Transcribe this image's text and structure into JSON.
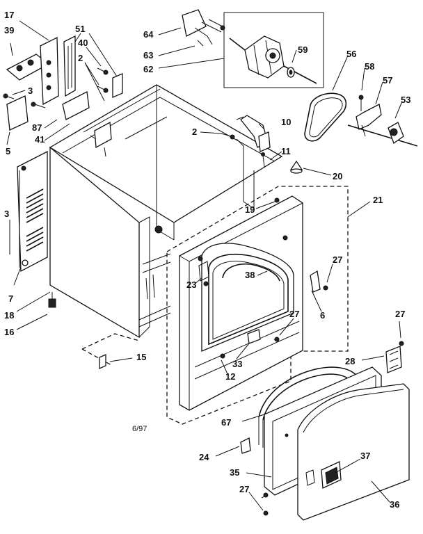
{
  "callouts": [
    "17",
    "39",
    "51",
    "40",
    "2",
    "3",
    "87",
    "5",
    "41",
    "64",
    "63",
    "62",
    "59",
    "56",
    "58",
    "57",
    "53",
    "10",
    "2",
    "11",
    "20",
    "21",
    "19",
    "3",
    "7",
    "18",
    "16",
    "15",
    "27",
    "6",
    "38",
    "23",
    "27",
    "33",
    "12",
    "28",
    "27",
    "67",
    "24",
    "35",
    "37",
    "27",
    "36"
  ],
  "date_code": "6/97"
}
